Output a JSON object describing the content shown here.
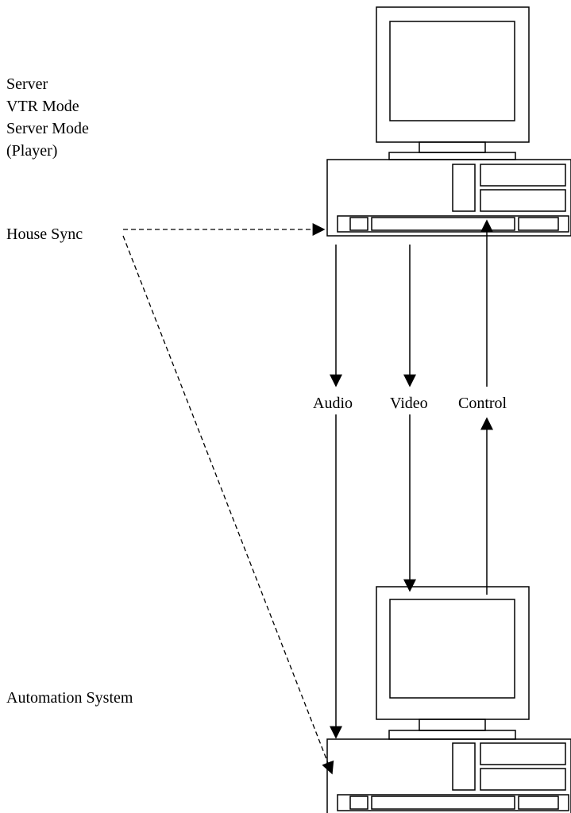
{
  "labels": {
    "server_lines": [
      "Server",
      "VTR Mode",
      "Server Mode",
      "(Player)"
    ],
    "house_sync": "House Sync",
    "audio": "Audio",
    "video": "Video",
    "control": "Control",
    "automation": "Automation System"
  },
  "colors": {
    "stroke": "#000000",
    "background": "#ffffff"
  }
}
